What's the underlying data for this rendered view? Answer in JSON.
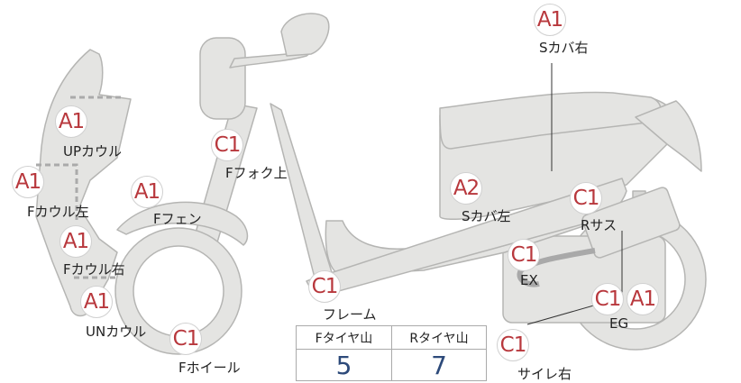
{
  "parts": [
    {
      "id": "up-cowl",
      "grades": [
        "A1"
      ],
      "label": "UPカウル"
    },
    {
      "id": "f-cowl-left",
      "grades": [
        "A1"
      ],
      "label": "Fカウル左"
    },
    {
      "id": "f-cowl-right",
      "grades": [
        "A1"
      ],
      "label": "Fカウル右"
    },
    {
      "id": "un-cowl",
      "grades": [
        "A1"
      ],
      "label": "UNカウル"
    },
    {
      "id": "f-fender",
      "grades": [
        "A1"
      ],
      "label": "Fフェン"
    },
    {
      "id": "f-fork-upper",
      "grades": [
        "C1"
      ],
      "label": "Fフォク上"
    },
    {
      "id": "f-wheel",
      "grades": [
        "C1"
      ],
      "label": "Fホイール"
    },
    {
      "id": "frame",
      "grades": [
        "C1"
      ],
      "label": "フレーム"
    },
    {
      "id": "s-cover-left",
      "grades": [
        "A2"
      ],
      "label": "Sカバ左"
    },
    {
      "id": "s-cover-right",
      "grades": [
        "A1"
      ],
      "label": "Sカバ右"
    },
    {
      "id": "r-suspension",
      "grades": [
        "C1"
      ],
      "label": "Rサス"
    },
    {
      "id": "exhaust",
      "grades": [
        "C1"
      ],
      "label": "EX"
    },
    {
      "id": "engine",
      "grades": [
        "C1",
        "A1"
      ],
      "label": "EG"
    },
    {
      "id": "silencer-right",
      "grades": [
        "C1"
      ],
      "label": "サイレ右"
    }
  ],
  "tire_table": {
    "front_header": "Fタイヤ山",
    "rear_header": "Rタイヤ山",
    "front_value": "5",
    "rear_value": "7"
  },
  "colors": {
    "grade_text": "#b8383d",
    "body_fill": "#e4e4e2",
    "body_stroke": "#b5b5b3",
    "tire_value": "#2d4a7a"
  }
}
